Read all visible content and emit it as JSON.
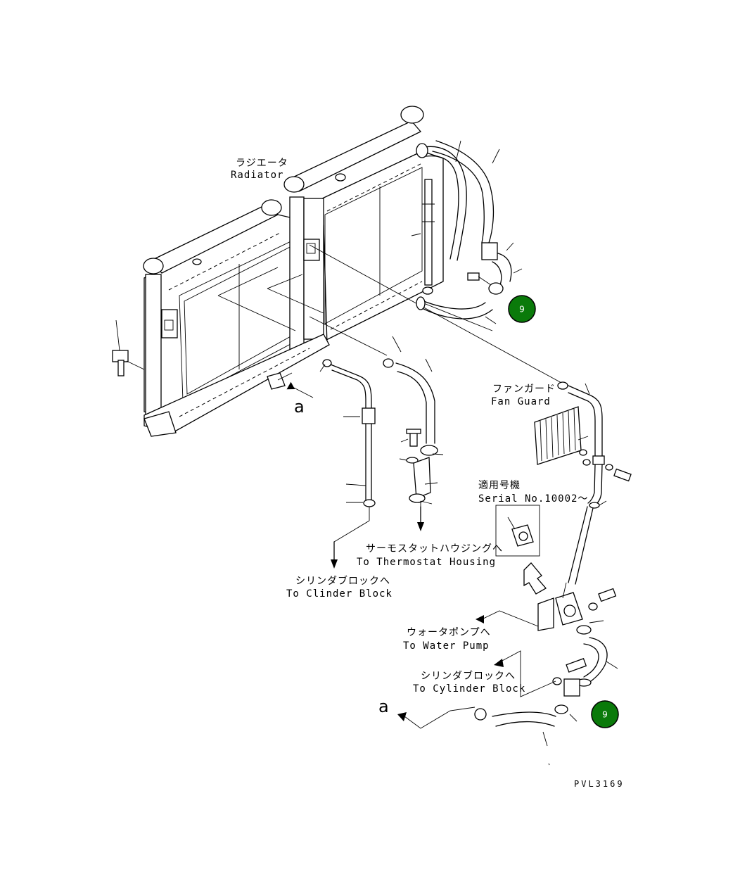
{
  "labels": {
    "radiator_jp": "ラジエータ",
    "radiator_en": "Radiator",
    "fan_guard_jp": "ファンガード",
    "fan_guard_en": "Fan Guard",
    "serial_jp": "適用号機",
    "serial_en": "Serial No.10002〜",
    "thermostat_jp": "サーモスタットハウジングへ",
    "thermostat_en": "To Thermostat Housing",
    "clinder_block_jp": "シリンダブロックへ",
    "clinder_block_en": "To Clinder Block",
    "water_pump_jp": "ウォータポンプへ",
    "water_pump_en": "To Water Pump",
    "cylinder_block_jp": "シリンダブロックへ",
    "cylinder_block_en": "To Cylinder Block",
    "ref_a_top": "a",
    "ref_a_bottom": "a",
    "drawing_code": "PVL3169"
  },
  "badges": {
    "top": "9",
    "bottom": "9"
  },
  "colors": {
    "badge_fill": "#0a7a0a",
    "badge_stroke": "#000000",
    "line": "#000000",
    "background": "#ffffff"
  }
}
